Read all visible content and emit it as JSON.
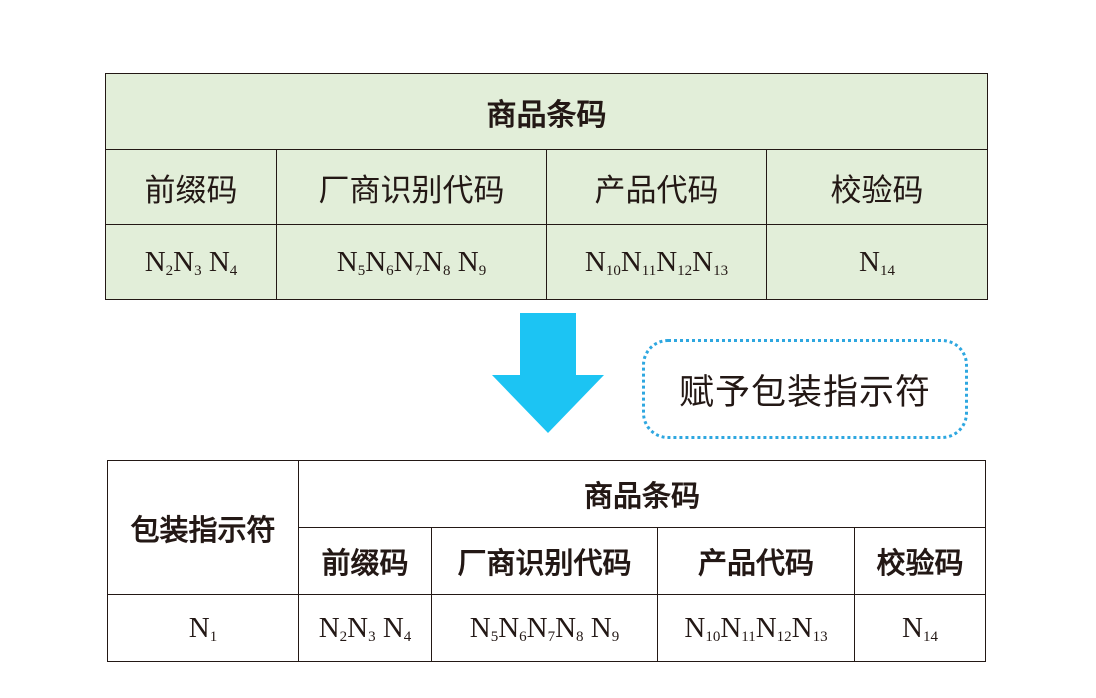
{
  "top_table": {
    "title": "商品条码",
    "headers": [
      "前缀码",
      "厂商识别代码",
      "产品代码",
      "校验码"
    ],
    "codes": [
      [
        {
          "t": "N",
          "s": "2"
        },
        {
          "t": "N",
          "s": "3"
        },
        {
          "t": " N",
          "s": "4"
        }
      ],
      [
        {
          "t": "N",
          "s": "5"
        },
        {
          "t": "N",
          "s": "6"
        },
        {
          "t": "N",
          "s": "7"
        },
        {
          "t": "N",
          "s": "8"
        },
        {
          "t": " N",
          "s": "9"
        }
      ],
      [
        {
          "t": "N",
          "s": "10"
        },
        {
          "t": "N",
          "s": "11"
        },
        {
          "t": "N",
          "s": "12"
        },
        {
          "t": "N",
          "s": "13"
        }
      ],
      [
        {
          "t": "N",
          "s": "14"
        }
      ]
    ]
  },
  "callout": {
    "text": "赋予包装指示符"
  },
  "bottom_table": {
    "indicator_label": "包装指示符",
    "title": "商品条码",
    "headers": [
      "前缀码",
      "厂商识别代码",
      "产品代码",
      "校验码"
    ],
    "indicator_code": [
      {
        "t": "N",
        "s": "1"
      }
    ],
    "codes": [
      [
        {
          "t": "N",
          "s": "2"
        },
        {
          "t": "N",
          "s": "3"
        },
        {
          "t": " N",
          "s": "4"
        }
      ],
      [
        {
          "t": "N",
          "s": "5"
        },
        {
          "t": "N",
          "s": "6"
        },
        {
          "t": "N",
          "s": "7"
        },
        {
          "t": "N",
          "s": "8"
        },
        {
          "t": " N",
          "s": "9"
        }
      ],
      [
        {
          "t": "N",
          "s": "10"
        },
        {
          "t": "N",
          "s": "11"
        },
        {
          "t": "N",
          "s": "12"
        },
        {
          "t": "N",
          "s": "13"
        }
      ],
      [
        {
          "t": "N",
          "s": "14"
        }
      ]
    ]
  },
  "colors": {
    "top_table_fill": "#e2eed9",
    "arrow_fill": "#1cc4f3",
    "callout_border": "#2ea7e0",
    "line": "#231815"
  }
}
